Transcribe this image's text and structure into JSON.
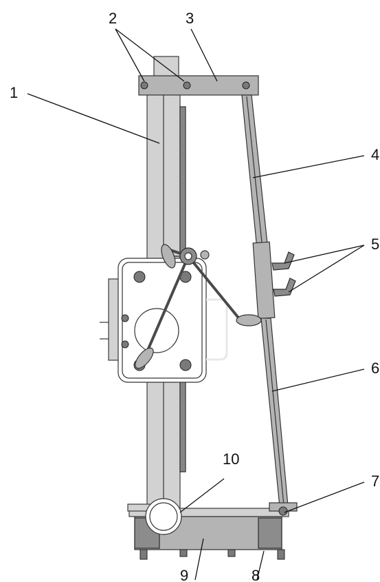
{
  "callouts": [
    {
      "id": "1",
      "text": "1"
    },
    {
      "id": "2",
      "text": "2"
    },
    {
      "id": "3",
      "text": "3"
    },
    {
      "id": "4",
      "text": "4"
    },
    {
      "id": "5",
      "text": "5"
    },
    {
      "id": "6",
      "text": "6"
    },
    {
      "id": "7",
      "text": "7"
    },
    {
      "id": "8",
      "text": "8"
    },
    {
      "id": "9",
      "text": "9"
    },
    {
      "id": "10",
      "text": "10"
    }
  ],
  "colors": {
    "metal_light": "#d2d2d2",
    "metal_mid": "#b4b4b4",
    "metal_dark": "#8c8c8c",
    "line": "#111111"
  }
}
